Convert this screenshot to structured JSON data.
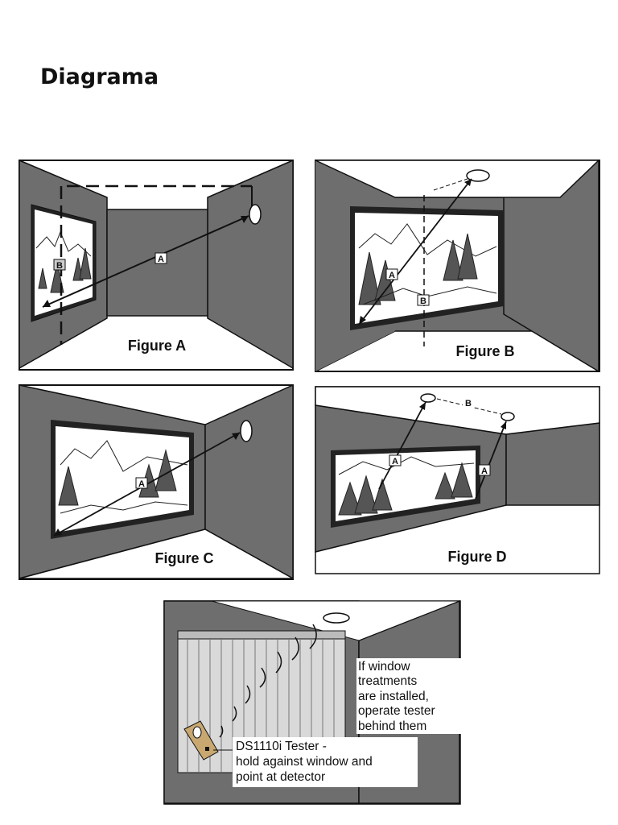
{
  "page": {
    "title": "Diagrama"
  },
  "figures": {
    "a": {
      "label": "Figure A",
      "letters": [
        "A",
        "B"
      ]
    },
    "b": {
      "label": "Figure B",
      "letters": [
        "A",
        "B"
      ]
    },
    "c": {
      "label": "Figure C",
      "letters": [
        "A"
      ]
    },
    "d": {
      "label": "Figure D",
      "letters": [
        "A",
        "A",
        "B"
      ]
    }
  },
  "tester": {
    "treatment_note": [
      "If window",
      "treatments",
      "are installed,",
      "operate tester",
      "behind them"
    ],
    "tester_note": [
      "DS1110i Tester -",
      "hold against window and",
      "point at detector"
    ]
  },
  "colors": {
    "wall": "#6e6e6e",
    "outline": "#111111",
    "paper": "#ffffff",
    "blind": "#d9d9d9"
  }
}
